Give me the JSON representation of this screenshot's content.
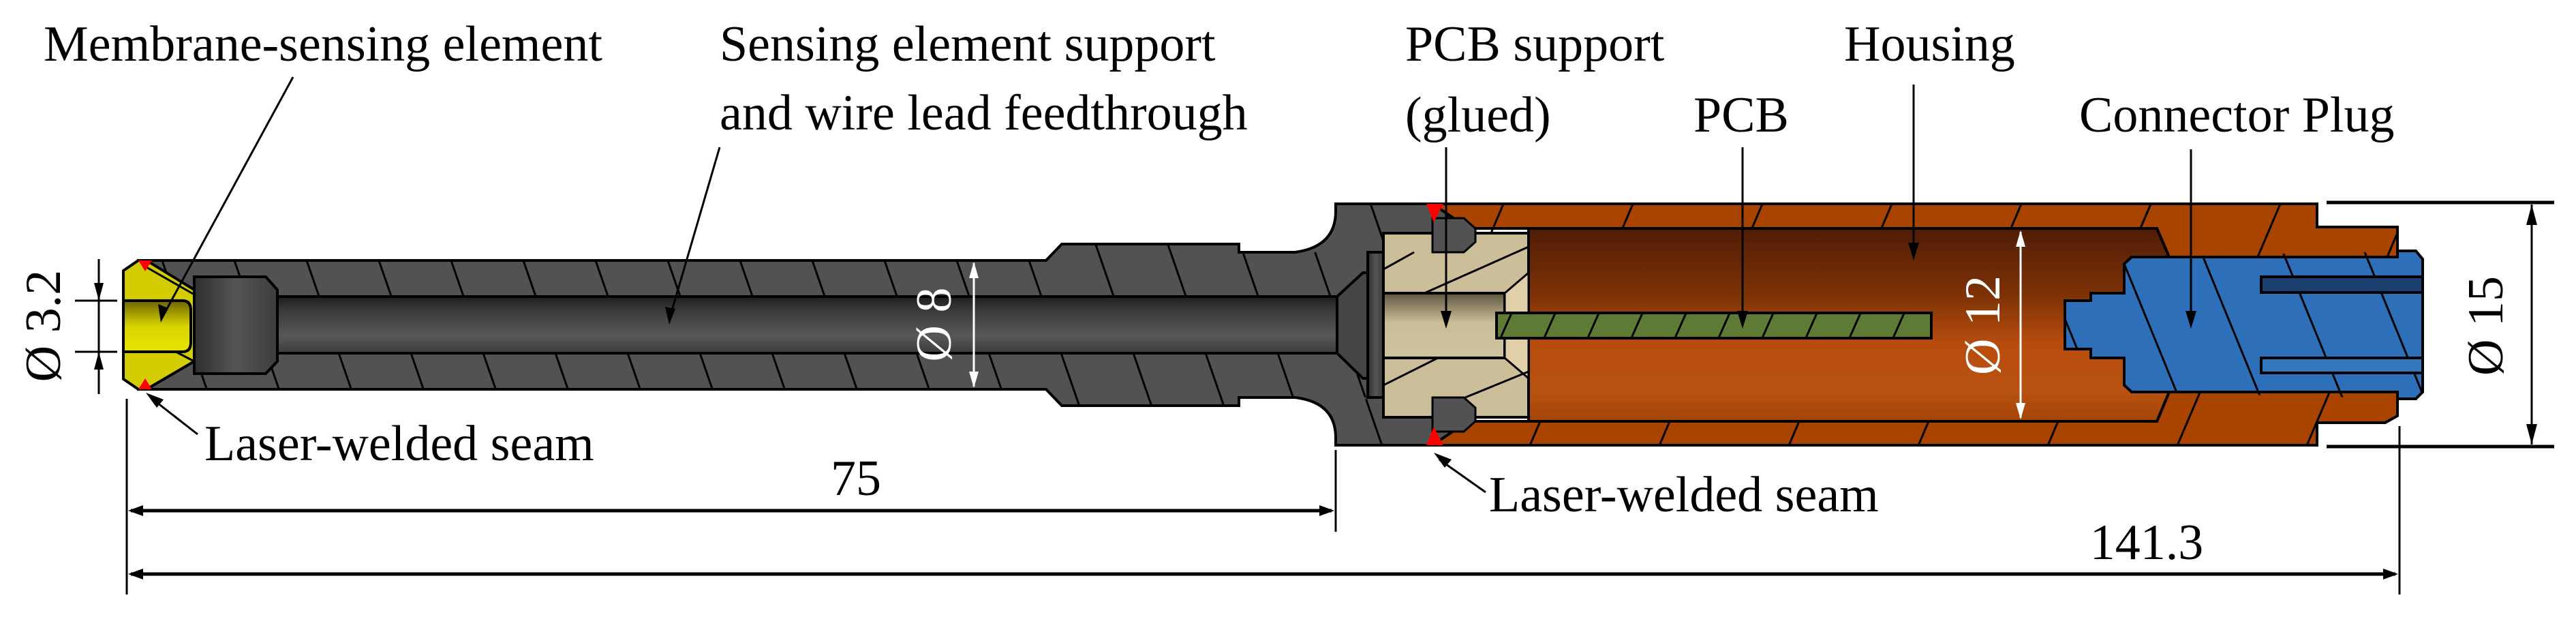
{
  "figure": {
    "type": "sectional-drawing",
    "subject": "pressure sensor assembly"
  },
  "labels": {
    "membrane": "Membrane-sensing element",
    "support_line1": "Sensing element support",
    "support_line2": "and wire lead feedthrough",
    "pcb_support_line1": "PCB support",
    "pcb_support_line2": "(glued)",
    "pcb": "PCB",
    "housing": "Housing",
    "connector": "Connector Plug",
    "weld_left": "Laser-welded seam",
    "weld_right": "Laser-welded seam"
  },
  "dimensions": {
    "membrane_diameter": "Ø 3.2",
    "tube_diameter": "Ø 8",
    "housing_inner_diameter": "Ø 12",
    "housing_outer_diameter": "Ø 15",
    "support_length": "75",
    "total_length": "141.3"
  },
  "colors": {
    "steel": "#525254",
    "steel_dark": "#2a2a2c",
    "membrane": "#d8d400",
    "pcb_support": "#cdbf9a",
    "housing": "#a84400",
    "housing_cavity_top": "#4f1c06",
    "housing_cavity_bottom": "#bb5010",
    "pcb": "#5f7a35",
    "connector": "#2d6fb8",
    "connector_slot": "#1a3f6e",
    "weld": "#ff0000"
  }
}
